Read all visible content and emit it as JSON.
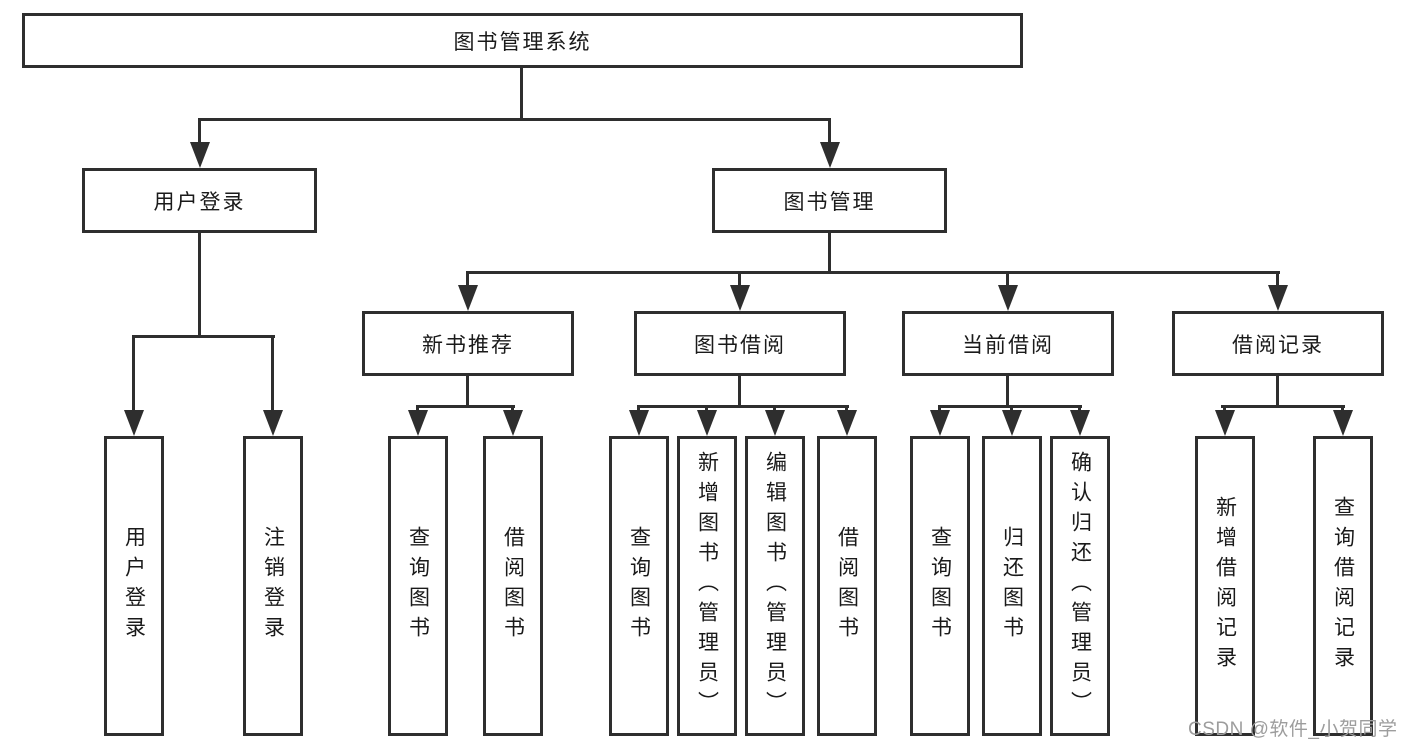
{
  "nodes": {
    "root": "图书管理系统",
    "user_login": "用户登录",
    "book_management": "图书管理",
    "new_book_recommend": "新书推荐",
    "book_borrow": "图书借阅",
    "current_borrow": "当前借阅",
    "borrow_record": "借阅记录",
    "leaf_user_login": "用户登录",
    "leaf_logout": "注销登录",
    "leaf_recommend_query_book": "查询图书",
    "leaf_recommend_borrow_book": "借阅图书",
    "leaf_borrow_query_book": "查询图书",
    "leaf_borrow_add_book": "新增图书（管理员）",
    "leaf_borrow_edit_book": "编辑图书（管理员）",
    "leaf_borrow_borrow_book": "借阅图书",
    "leaf_current_query_book": "查询图书",
    "leaf_current_return_book": "归还图书",
    "leaf_current_confirm_return": "确认归还（管理员）",
    "leaf_record_add": "新增借阅记录",
    "leaf_record_query": "查询借阅记录"
  },
  "watermark": "CSDN @软件_小贺同学",
  "colors": {
    "line": "#2e2e2e",
    "text": "#1a1a1a",
    "watermark": "#9d9d9d",
    "background": "#ffffff"
  }
}
